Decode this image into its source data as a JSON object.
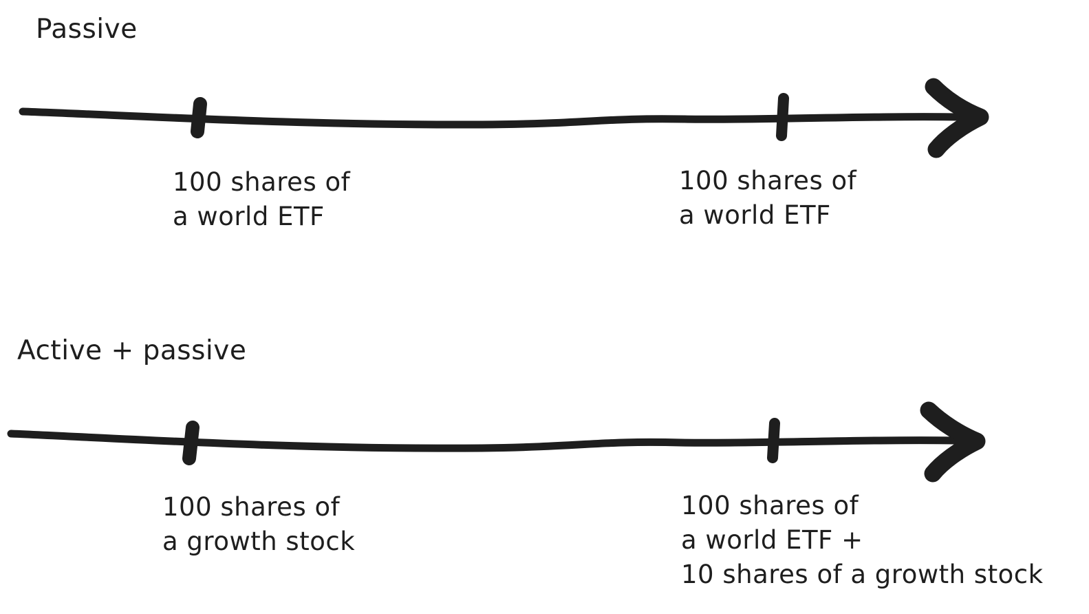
{
  "canvas": {
    "background_color": "#ffffff",
    "ink_color": "#1e1e1e"
  },
  "sections": [
    {
      "label": "Passive",
      "ticks": [
        {
          "label_lines": [
            "100 shares of",
            "a world ETF"
          ]
        },
        {
          "label_lines": [
            "100 shares of",
            "a world ETF"
          ]
        }
      ]
    },
    {
      "label": "Active + passive",
      "ticks": [
        {
          "label_lines": [
            "100 shares of",
            "a growth stock"
          ]
        },
        {
          "label_lines": [
            "100 shares of",
            "a world ETF +",
            "10 shares of a growth stock"
          ]
        }
      ]
    }
  ]
}
